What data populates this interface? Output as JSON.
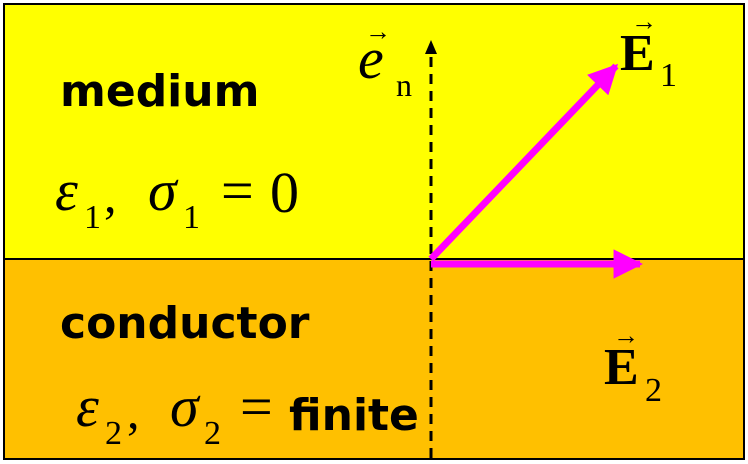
{
  "colors": {
    "medium_fill": "#FFFF00",
    "conductor_fill": "#FFC000",
    "border": "#000000",
    "vector": "#FF00FF",
    "normal_line": "#000000"
  },
  "medium": {
    "label": "medium",
    "props": {
      "eps": "ε",
      "eps_sub": "1",
      "sep": ",",
      "sigma": "σ",
      "sigma_sub": "1",
      "eq": "=",
      "value": "0"
    }
  },
  "conductor": {
    "label": "conductor",
    "props": {
      "eps": "ε",
      "eps_sub": "2",
      "sep": ",",
      "sigma": "σ",
      "sigma_sub": "2",
      "eq": "=",
      "value": "finite"
    }
  },
  "normal": {
    "symbol": "e",
    "sub": "n",
    "arrow": "→"
  },
  "field1": {
    "symbol": "E",
    "sub": "1",
    "arrow": "→"
  },
  "field2": {
    "symbol": "E",
    "sub": "2",
    "arrow": "→"
  }
}
